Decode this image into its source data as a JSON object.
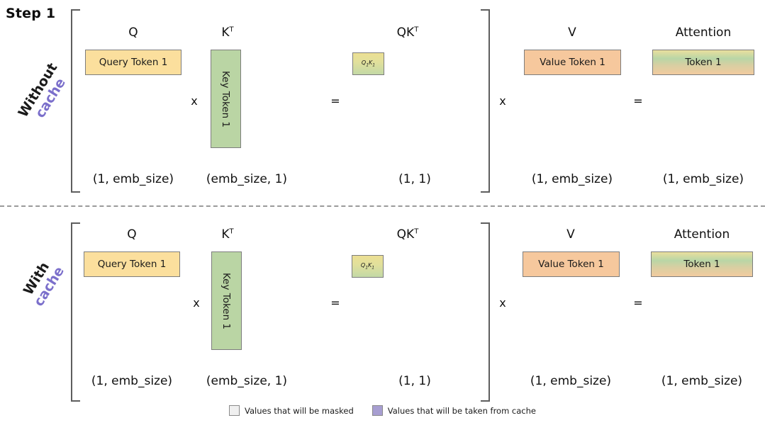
{
  "title": "Step 1",
  "colors": {
    "query": "#fbdf9d",
    "key": "#bad5a4",
    "value": "#f6c89d",
    "qk_gradient_top": "#ecdf93",
    "qk_gradient_bottom": "#c3d9a6",
    "attention_gradient_top": "#eadf9d",
    "attention_gradient_mid": "#b9d6a6",
    "attention_gradient_bottom": "#f2cb9f",
    "bracket": "#5e5e5e",
    "box_border": "#7d7d7d",
    "divider": "#9a9a9a",
    "cache_accent": "#7b6fcb",
    "masked_swatch": "#f0f0f0",
    "cached_swatch": "#a79ed1"
  },
  "rows": [
    {
      "id": "without-cache",
      "label_line1": "Without",
      "label_line2": "cache",
      "headers": {
        "q": "Q",
        "kt_base": "K",
        "kt_sup": "T",
        "qkt_base": "QK",
        "qkt_sup": "T",
        "v": "V",
        "attention": "Attention"
      },
      "boxes": {
        "query": "Query Token 1",
        "key": "Key Token 1",
        "qk_base_q": "Q",
        "qk_sub_q": "1",
        "qk_base_k": "K",
        "qk_sub_k": "1",
        "value": "Value Token 1",
        "attention": "Token 1"
      },
      "operators": {
        "times_1": "x",
        "equals_1": "=",
        "times_2": "x",
        "equals_2": "="
      },
      "dims": {
        "q": "(1, emb_size)",
        "kt": "(emb_size, 1)",
        "qkt": "(1, 1)",
        "v": "(1, emb_size)",
        "attention": "(1, emb_size)"
      }
    },
    {
      "id": "with-cache",
      "label_line1": "With",
      "label_line2": "cache",
      "headers": {
        "q": "Q",
        "kt_base": "K",
        "kt_sup": "T",
        "qkt_base": "QK",
        "qkt_sup": "T",
        "v": "V",
        "attention": "Attention"
      },
      "boxes": {
        "query": "Query Token 1",
        "key": "Key Token 1",
        "qk_base_q": "Q",
        "qk_sub_q": "1",
        "qk_base_k": "K",
        "qk_sub_k": "1",
        "value": "Value Token 1",
        "attention": "Token 1"
      },
      "operators": {
        "times_1": "x",
        "equals_1": "=",
        "times_2": "x",
        "equals_2": "="
      },
      "dims": {
        "q": "(1, emb_size)",
        "kt": "(emb_size, 1)",
        "qkt": "(1, 1)",
        "v": "(1, emb_size)",
        "attention": "(1, emb_size)"
      }
    }
  ],
  "legend": [
    {
      "icon": "masked-swatch",
      "label": "Values that will be masked"
    },
    {
      "icon": "cached-swatch",
      "label": "Values that will be taken from cache"
    }
  ]
}
